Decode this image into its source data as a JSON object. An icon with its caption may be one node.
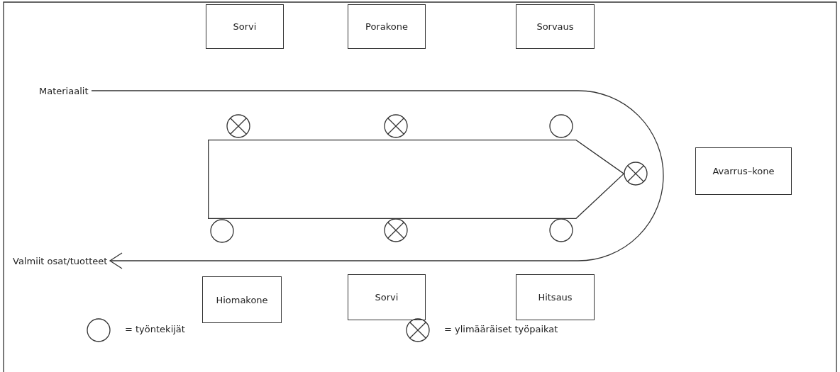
{
  "diagram": {
    "nodes": [
      {
        "text": [
          "Sorvi"
        ]
      },
      {
        "text": [
          "Porakone"
        ]
      },
      {
        "text": [
          "Sorvaus"
        ]
      },
      {
        "text": [
          "Materiaalit"
        ]
      },
      {
        "text": [],
        "shape": "crossed-circle"
      },
      {
        "text": [],
        "shape": "crossed-circle"
      },
      {
        "text": [],
        "shape": "circle"
      },
      {
        "text": [],
        "shape": "pentagon"
      },
      {
        "text": [],
        "shape": "crossed-circle"
      },
      {
        "text": [
          "Avarrus–kone"
        ]
      },
      {
        "text": [],
        "shape": "circle"
      },
      {
        "text": [],
        "shape": "crossed-circle"
      },
      {
        "text": [],
        "shape": "circle"
      },
      {
        "text": [
          "Valmiit osat/tuotteet"
        ]
      },
      {
        "text": [
          "Hiomakone"
        ]
      },
      {
        "text": [
          "Sorvi"
        ]
      },
      {
        "text": [
          "Hitsaus"
        ]
      }
    ],
    "edges": [
      {
        "from": 3,
        "to": 13,
        "arrow": "to"
      }
    ],
    "legend": [
      {
        "text": "= työntekijät"
      },
      {
        "text": "= ylimääräiset työpaikat"
      }
    ]
  }
}
